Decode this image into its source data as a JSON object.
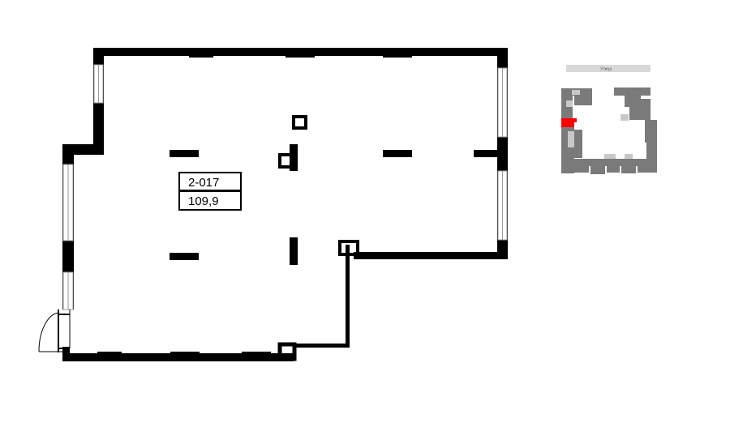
{
  "unit": {
    "number": "2-017",
    "area": "109,9"
  },
  "key_plan": {
    "street_label": "Улица",
    "highlight_color": "#ff0000",
    "building_color": "#7a7a7a"
  }
}
